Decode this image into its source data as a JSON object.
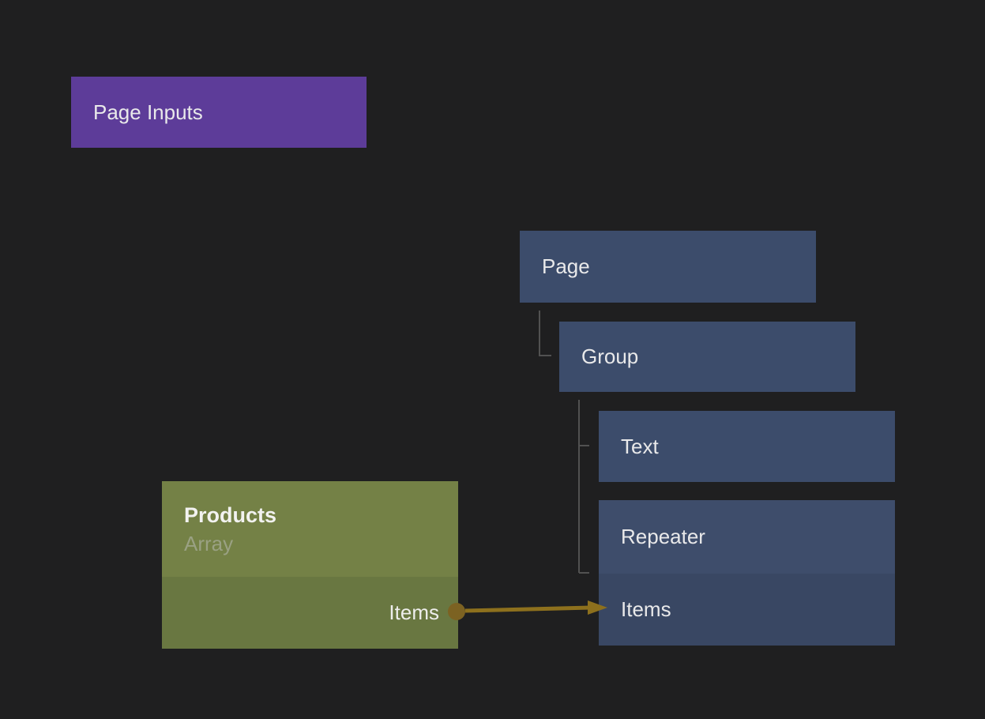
{
  "nodes": {
    "page_inputs": {
      "label": "Page Inputs"
    },
    "page": {
      "label": "Page"
    },
    "group": {
      "label": "Group"
    },
    "text": {
      "label": "Text"
    },
    "repeater": {
      "label": "Repeater",
      "port_label": "Items"
    },
    "products": {
      "title": "Products",
      "type_label": "Array",
      "port_label": "Items"
    }
  },
  "colors": {
    "background": "#1f1f20",
    "page_inputs_purple": "#5d3c99",
    "node_blue": "#3c4c6b",
    "node_blue_port_row": "#394763",
    "products_green": "#748146",
    "products_green_port_row": "#697741",
    "connection_gold": "#8d701d",
    "connection_dot_gold": "#7c6222",
    "tree_line_gray": "#515151",
    "text_primary": "#e9e9ea",
    "text_muted": "#9aa183"
  }
}
